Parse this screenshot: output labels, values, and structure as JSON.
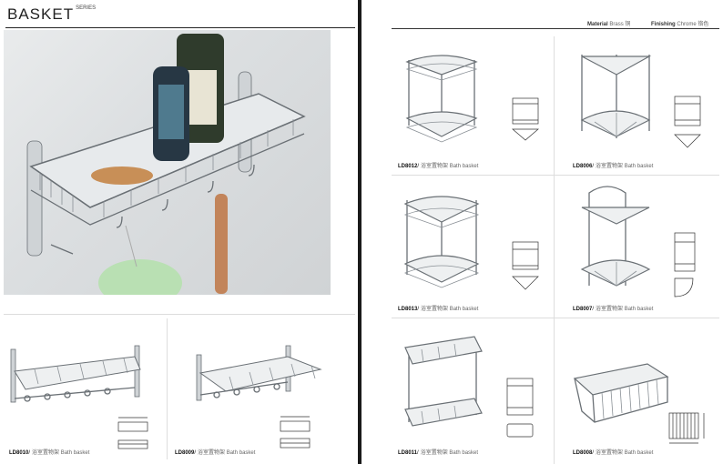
{
  "left_page": {
    "series_title": "BASKET",
    "series_subtitle": "SERIES",
    "products": [
      {
        "code": "LD8010",
        "slash": "/",
        "cn": "浴室置物架",
        "name": "Bath basket"
      },
      {
        "code": "LD8009",
        "slash": "/",
        "cn": "浴室置物架",
        "name": "Bath basket"
      }
    ]
  },
  "right_page": {
    "legend": {
      "material_label": "Material",
      "material_value": "Brass 铜",
      "finishing_label": "Finishing",
      "finishing_value": "Chrome 铬色"
    },
    "products": [
      {
        "code": "LD8012",
        "slash": "/",
        "cn": "浴室置物架",
        "name": "Bath basket"
      },
      {
        "code": "LD8006",
        "slash": "/",
        "cn": "浴室置物架",
        "name": "Bath basket"
      },
      {
        "code": "LD8013",
        "slash": "/",
        "cn": "浴室置物架",
        "name": "Bath basket"
      },
      {
        "code": "LD8007",
        "slash": "/",
        "cn": "浴室置物架",
        "name": "Bath basket"
      },
      {
        "code": "LD8011",
        "slash": "/",
        "cn": "浴室置物架",
        "name": "Bath basket"
      },
      {
        "code": "LD8008",
        "slash": "/",
        "cn": "浴室置物架",
        "name": "Bath basket"
      }
    ]
  },
  "colors": {
    "chrome": "#cfd3d6",
    "wire": "#6a7075",
    "spine": "#1a1a1a",
    "background": "#ffffff"
  }
}
